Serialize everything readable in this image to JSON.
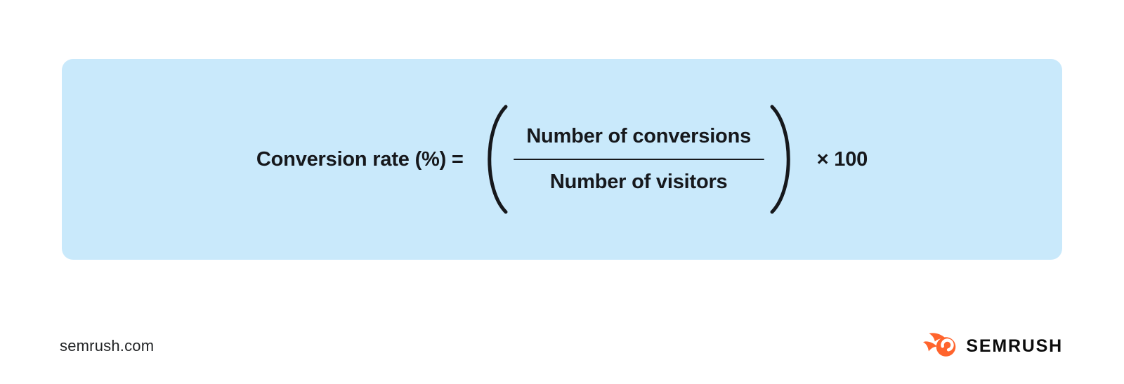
{
  "banner": {
    "background_color": "#C9E9FB",
    "text_color": "#16181C",
    "formula": {
      "label": "Conversion rate (%) =",
      "numerator": "Number of conversions",
      "denominator": "Number of visitors",
      "multiplier": "× 100"
    }
  },
  "footer": {
    "website": "semrush.com",
    "brand_wordmark": "SEMRUSH",
    "brand_color": "#FF642D",
    "icons": {
      "flame": "semrush-flame-icon"
    }
  }
}
